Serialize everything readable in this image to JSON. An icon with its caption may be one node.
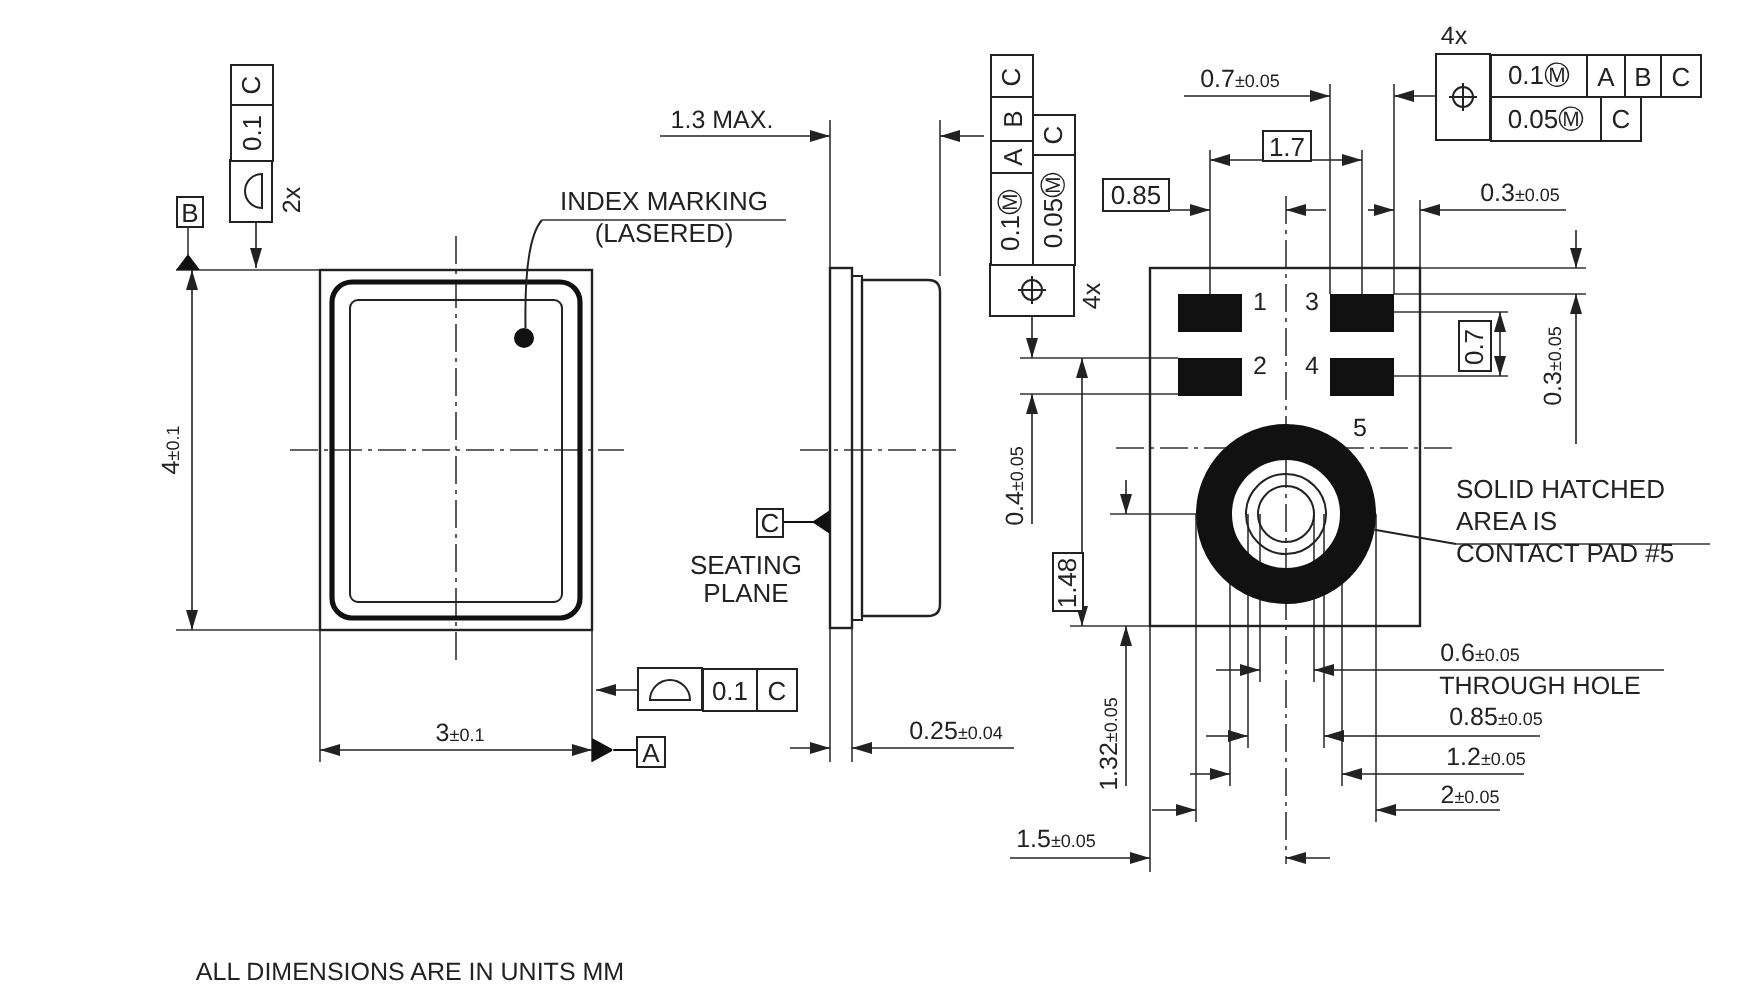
{
  "diagram": {
    "nodes": [
      {
        "text": [
          "INDEX MARKING (LASERED)"
        ]
      },
      {
        "text": [],
        "shape": "circle"
      },
      {
        "text": [
          "SOLID HATCHED AREA IS CONTACT PAD #5"
        ]
      },
      {
        "text": [],
        "shape": "circle"
      }
    ],
    "edges": [
      {
        "from": 0,
        "to": 1,
        "arrow": "none"
      },
      {
        "from": 2,
        "to": 3,
        "arrow": "none"
      }
    ],
    "labels": [
      "C",
      "0.1",
      "B",
      "2x",
      "1.3 MAX.",
      "C",
      "B",
      "A",
      "0.1Ⓜ",
      "C",
      "0.05Ⓜ",
      "4x",
      "4x",
      "0.7$_{±0.05}$",
      "0.1Ⓜ",
      "A",
      "B",
      "C",
      "0.05Ⓜ",
      "C",
      "1.7",
      "0.85",
      "0.3$_{±0.05}$",
      "1",
      "3",
      "2",
      "4",
      "0.7",
      "0.3$_{±0.05}$",
      "5",
      "4$_{±0.1}$",
      "0.4$_{±0.05}$",
      "C",
      "SEATING PLANE",
      "1.48",
      "0.6$_{±0.05}$",
      "0.1",
      "C",
      "THROUGH HOLE",
      "0.85$_{±0.05}$",
      "1.32$_{±0.05}$",
      "3$_{±0.1}$",
      "A",
      "0.25$_{±0.04}$",
      "1.2$_{±0.05}$",
      "2$_{±0.05}$",
      "1.5$_{±0.05}$",
      "ALL DIMENSIONS ARE IN UNITS MM"
    ]
  }
}
